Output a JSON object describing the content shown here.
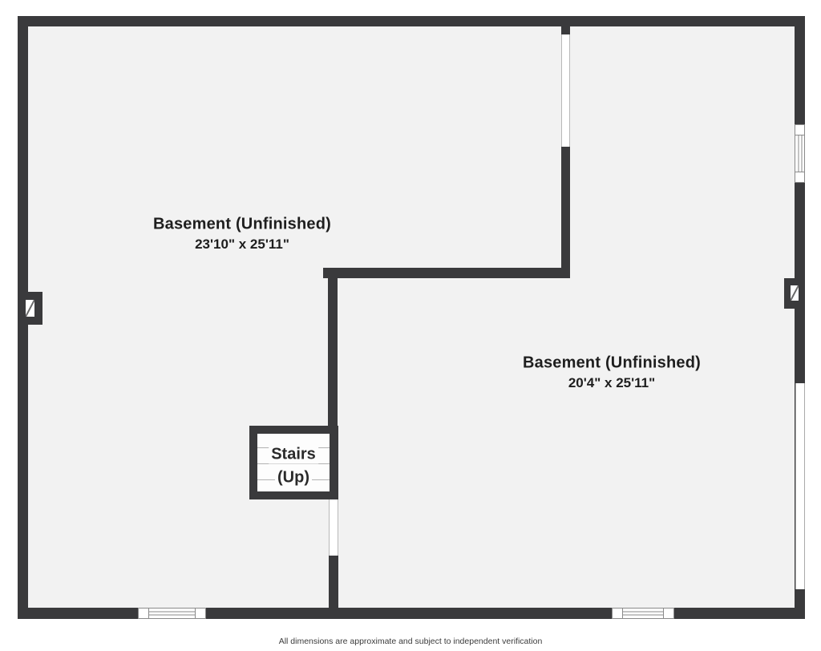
{
  "plan": {
    "title_note": "",
    "rooms": [
      {
        "name": "Basement (Unfinished)",
        "dims": "23'10\" x 25'11\""
      },
      {
        "name": "Basement (Unfinished)",
        "dims": "20'4\" x 25'11\""
      }
    ],
    "stairs": {
      "line1": "Stairs",
      "line2": "(Up)"
    },
    "footer": "All dimensions are approximate and subject to independent verification",
    "colors": {
      "wall": "#3a3a3c",
      "floor": "#f2f2f2",
      "background": "#ffffff",
      "window_line": "#8a8a8a",
      "label_text": "#1e1e1e"
    }
  }
}
